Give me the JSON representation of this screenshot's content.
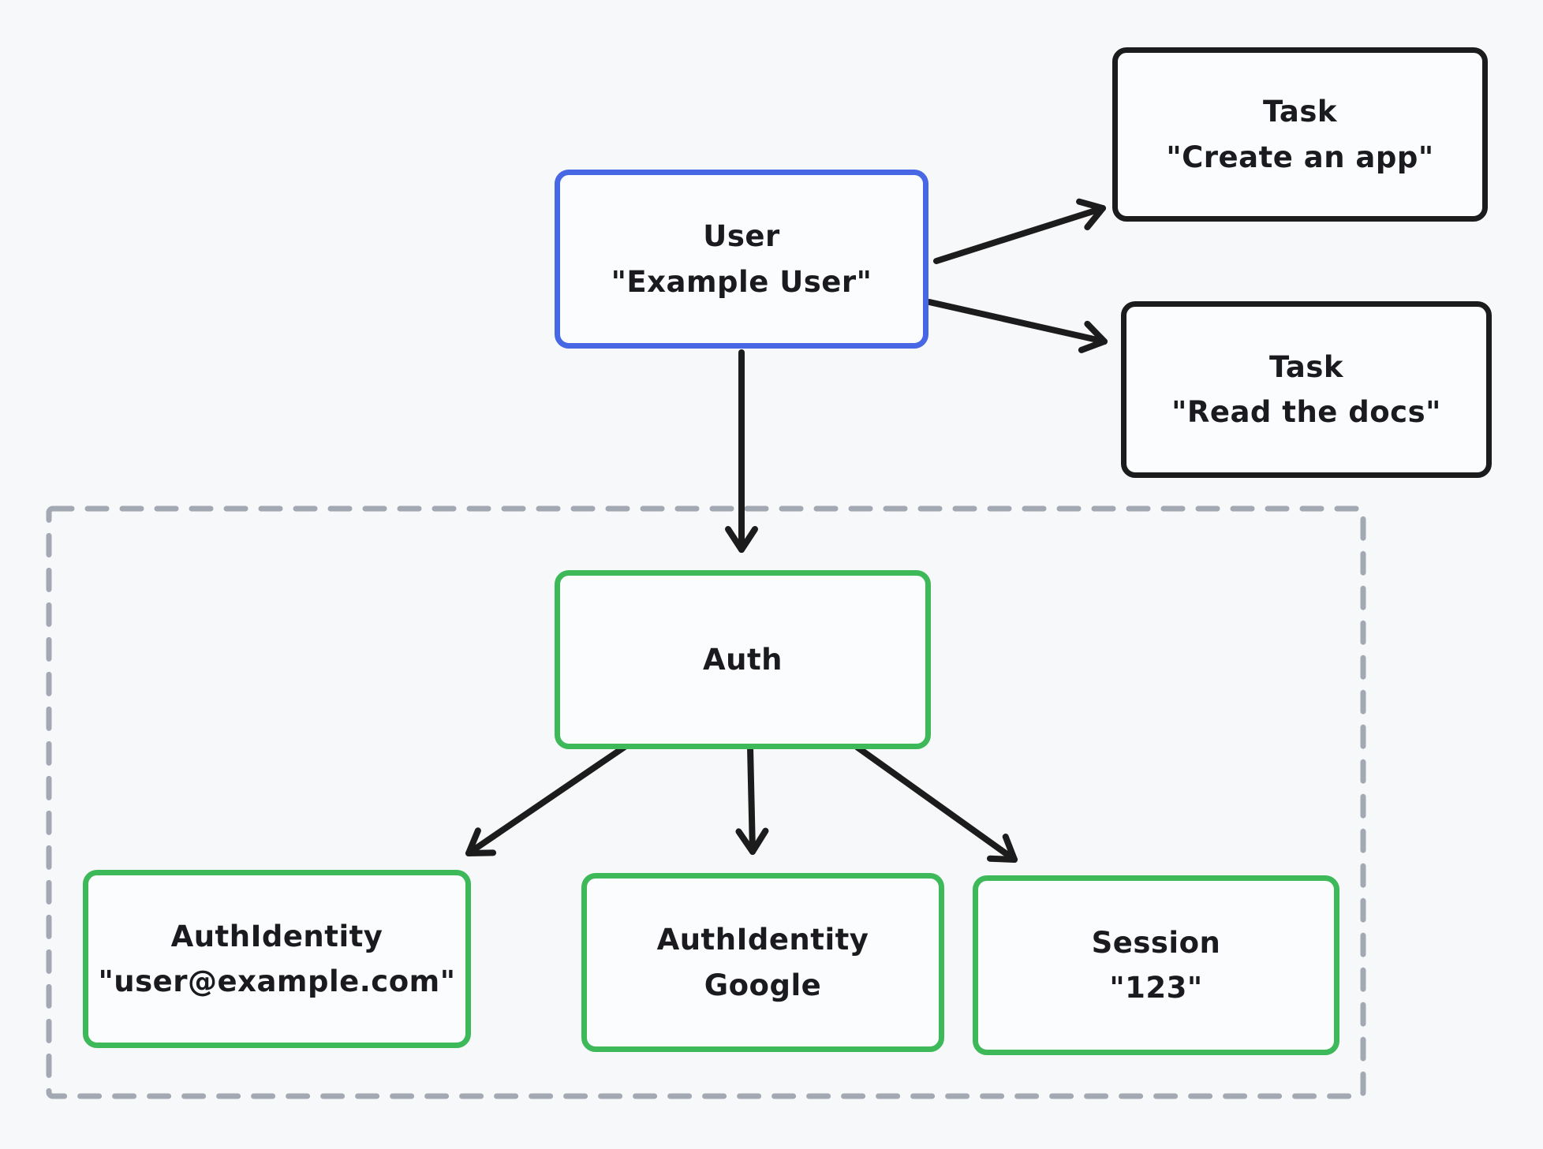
{
  "canvas": {
    "background": "#f7f8fa"
  },
  "colors": {
    "user_stroke": "#4767e5",
    "task_stroke": "#1c1c1c",
    "auth_stroke": "#3eb95a",
    "group_dash": "#a3a9b3",
    "node_fill": "#fbfcfd",
    "label_text": "#1b1b1f",
    "arrow": "#1c1c1c"
  },
  "nodes": {
    "user": {
      "line1": "User",
      "line2": "\"Example User\""
    },
    "task_create": {
      "line1": "Task",
      "line2": "\"Create an app\""
    },
    "task_read": {
      "line1": "Task",
      "line2": "\"Read the docs\""
    },
    "auth": {
      "line1": "Auth"
    },
    "auth_identity_email": {
      "line1": "AuthIdentity",
      "line2": "\"user@example.com\""
    },
    "auth_identity_google": {
      "line1": "AuthIdentity",
      "line2": "Google"
    },
    "session": {
      "line1": "Session",
      "line2": "\"123\""
    }
  },
  "edges": [
    {
      "from": "user",
      "to": "task_create"
    },
    {
      "from": "user",
      "to": "task_read"
    },
    {
      "from": "user",
      "to": "auth"
    },
    {
      "from": "auth",
      "to": "auth_identity_email"
    },
    {
      "from": "auth",
      "to": "auth_identity_google"
    },
    {
      "from": "auth",
      "to": "session"
    }
  ]
}
